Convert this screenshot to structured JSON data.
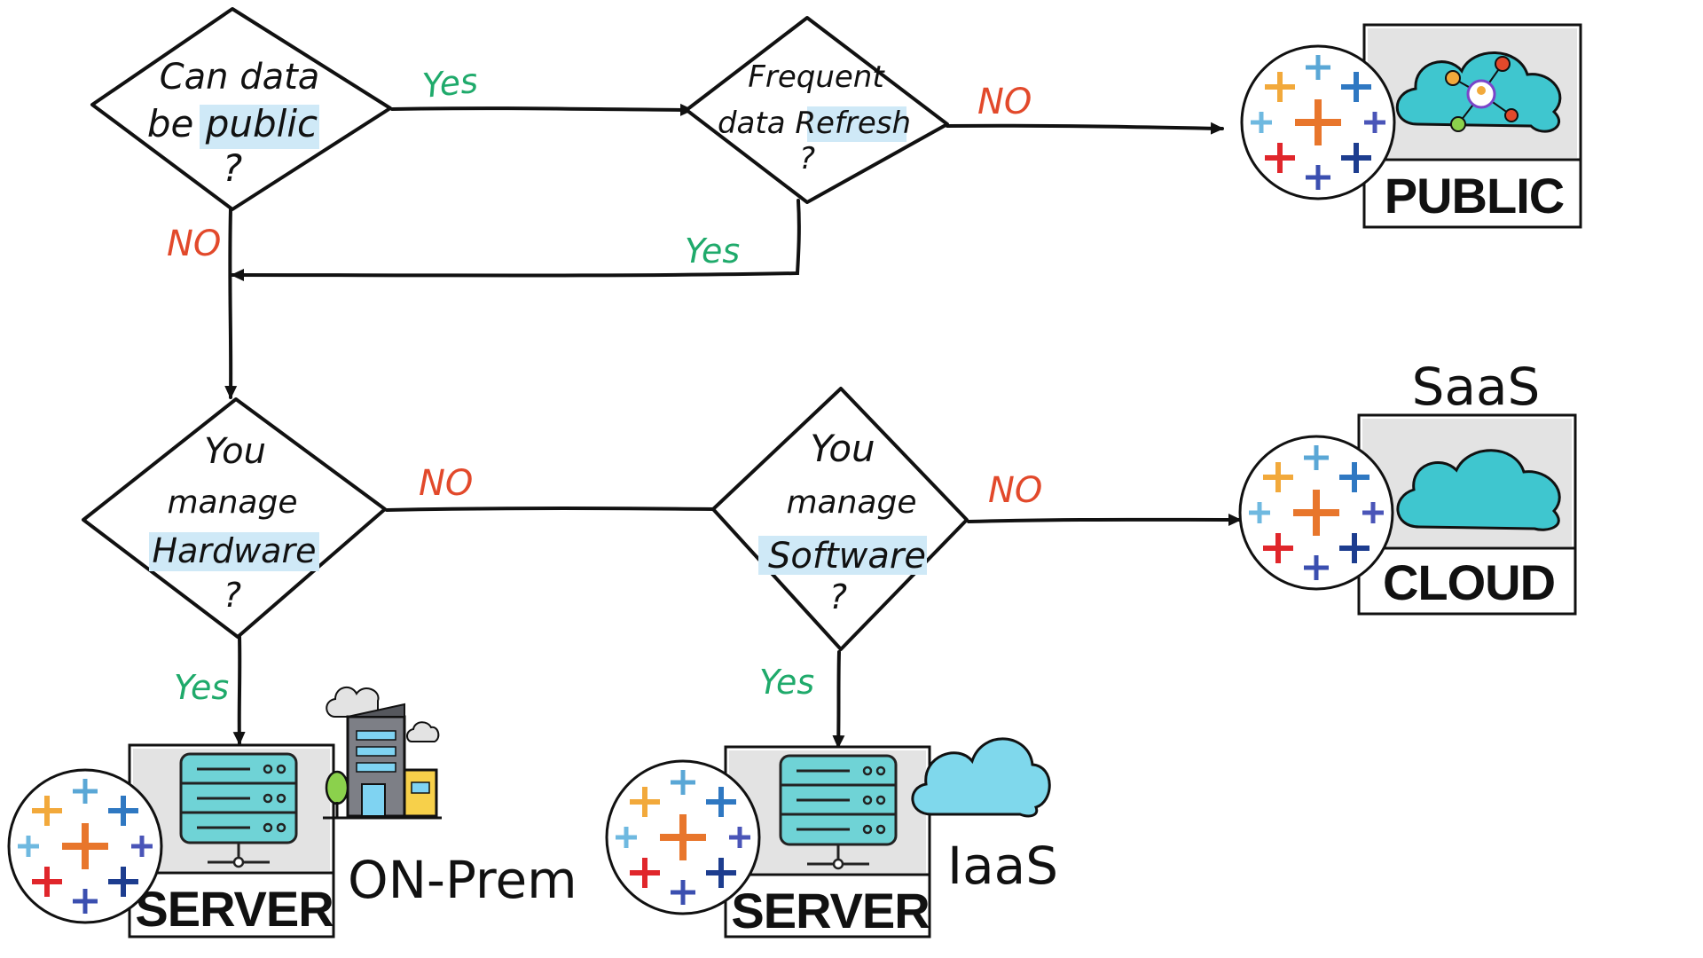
{
  "decisions": {
    "public": {
      "lines": [
        "Can data",
        "be public",
        "?"
      ]
    },
    "refresh": {
      "lines": [
        "Frequent",
        "data Refresh",
        "?"
      ]
    },
    "hardware": {
      "lines": [
        "You",
        "manage",
        "Hardware",
        "?"
      ]
    },
    "software": {
      "lines": [
        "You",
        "manage",
        "Software",
        "?"
      ]
    }
  },
  "edge_labels": {
    "public_yes": "Yes",
    "public_no": "NO",
    "refresh_no": "NO",
    "refresh_yes": "Yes",
    "hardware_no": "NO",
    "hardware_yes": "Yes",
    "software_no": "NO",
    "software_yes": "Yes"
  },
  "outcomes": {
    "public": {
      "label": "PUBLIC"
    },
    "cloud": {
      "label": "CLOUD",
      "caption": "SaaS"
    },
    "server_onprem": {
      "label": "SERVER",
      "caption": "ON-Prem"
    },
    "server_iaas": {
      "label": "SERVER",
      "caption": "IaaS"
    }
  },
  "colors": {
    "yes": "#1faa6b",
    "no": "#e2492b",
    "highlight": "#cfe9f7",
    "cloud_fill": "#3fc6cf",
    "panel_bg": "#e3e3e3",
    "server_fill": "#6fd3d6"
  }
}
